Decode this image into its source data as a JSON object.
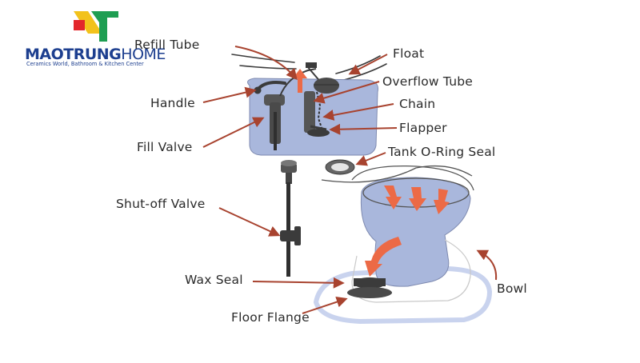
{
  "logo": {
    "brand_bold": "MAOTRUNG",
    "brand_light": "HOME",
    "tagline": "Ceramics World, Bathroom & Kitchen Center"
  },
  "labels": {
    "refill_tube": "Refill Tube",
    "float": "Float",
    "handle": "Handle",
    "overflow_tube": "Overflow Tube",
    "chain": "Chain",
    "fill_valve": "Fill Valve",
    "flapper": "Flapper",
    "tank_o_ring_seal": "Tank O-Ring Seal",
    "shut_off_valve": "Shut-off Valve",
    "wax_seal": "Wax Seal",
    "bowl": "Bowl",
    "floor_flange": "Floor Flange"
  },
  "colors": {
    "arrow": "#a8432f",
    "tank_fill": "#a9b7dc",
    "outline": "#3b3b3b",
    "water_arrow": "#ec6a46",
    "brand_blue": "#1d3f8f"
  }
}
